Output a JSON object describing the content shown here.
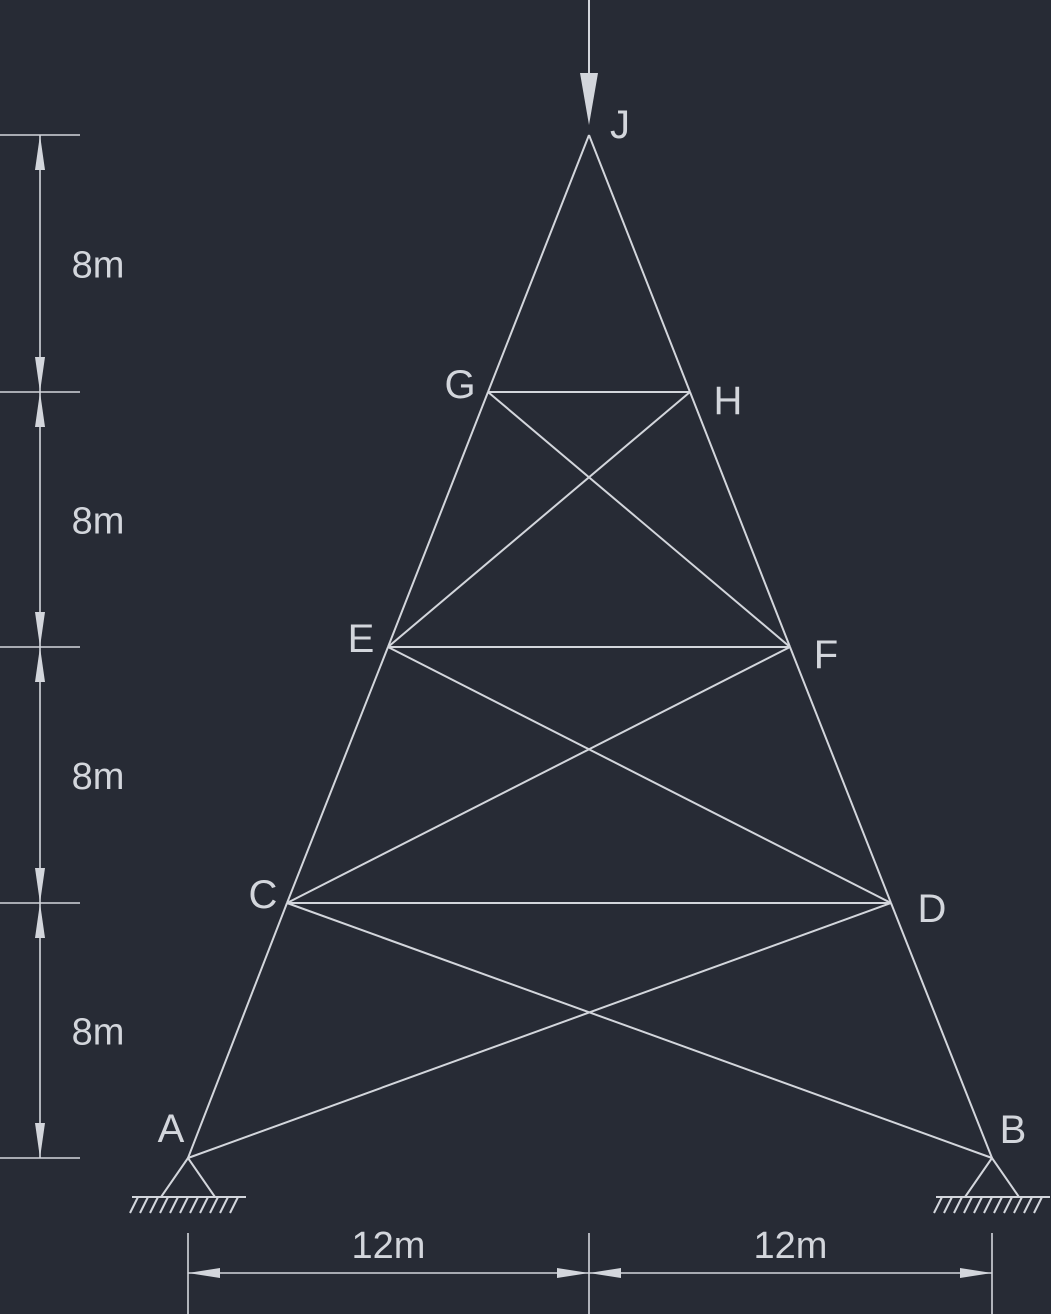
{
  "diagram": {
    "nodes": {
      "A": {
        "label": "A"
      },
      "B": {
        "label": "B"
      },
      "C": {
        "label": "C"
      },
      "D": {
        "label": "D"
      },
      "E": {
        "label": "E"
      },
      "F": {
        "label": "F"
      },
      "G": {
        "label": "G"
      },
      "H": {
        "label": "H"
      },
      "J": {
        "label": "J"
      }
    },
    "members": [
      [
        "A",
        "C"
      ],
      [
        "C",
        "E"
      ],
      [
        "E",
        "G"
      ],
      [
        "G",
        "J"
      ],
      [
        "B",
        "D"
      ],
      [
        "D",
        "F"
      ],
      [
        "F",
        "H"
      ],
      [
        "H",
        "J"
      ],
      [
        "C",
        "D"
      ],
      [
        "E",
        "F"
      ],
      [
        "G",
        "H"
      ],
      [
        "A",
        "D"
      ],
      [
        "B",
        "C"
      ],
      [
        "C",
        "F"
      ],
      [
        "E",
        "D"
      ],
      [
        "E",
        "H"
      ],
      [
        "G",
        "F"
      ]
    ],
    "supports": [
      "A",
      "B"
    ],
    "load_node": "J",
    "vertical_dimensions": [
      "8m",
      "8m",
      "8m",
      "8m"
    ],
    "horizontal_dimensions": [
      "12m",
      "12m"
    ],
    "colors": {
      "background": "#272b35",
      "line": "#d3d6dc"
    }
  }
}
